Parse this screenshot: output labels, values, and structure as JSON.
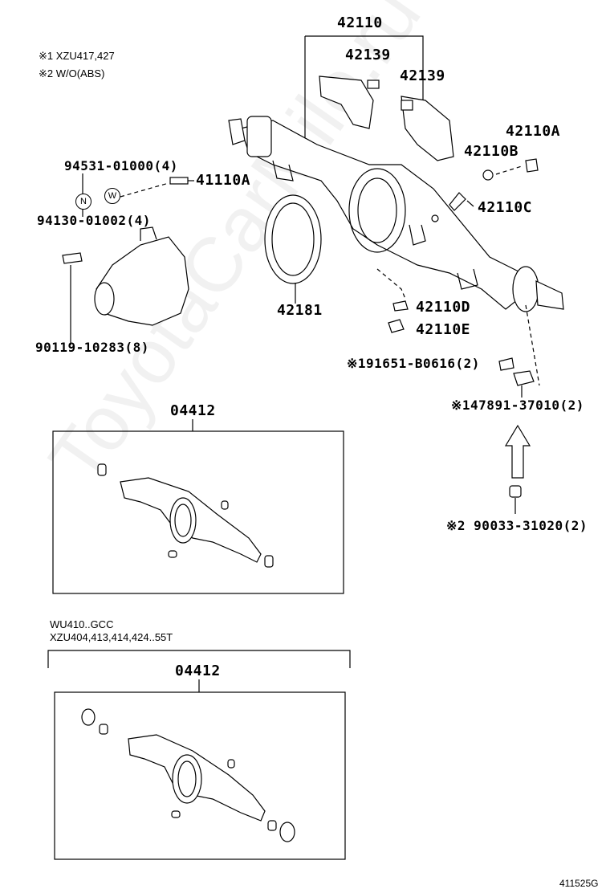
{
  "notes": {
    "note1": "※1 XZU417,427",
    "note2": "※2 W/O(ABS)",
    "variant_line1": "WU410..GCC",
    "variant_line2": "XZU404,413,414,424..55T"
  },
  "parts": {
    "p42110": "42110",
    "p42139_left": "42139",
    "p42139_right": "42139",
    "p42110A": "42110A",
    "p42110B": "42110B",
    "p94531": "94531-01000(4)",
    "p41110A": "41110A",
    "p94130": "94130-01002(4)",
    "p42110C": "42110C",
    "p90119": "90119-10283(8)",
    "p42181": "42181",
    "p42110D": "42110D",
    "p42110E": "42110E",
    "p91651": "※191651-B0616(2)",
    "p47891": "※147891-37010(2)",
    "p90033": "※2 90033-31020(2)",
    "kit1": "04412",
    "kit2": "04412"
  },
  "symbols": {
    "washer_letter": "W",
    "nut_letter": "N"
  },
  "figure_code": "411525G",
  "watermark": "ToyotaCarMile.ru"
}
